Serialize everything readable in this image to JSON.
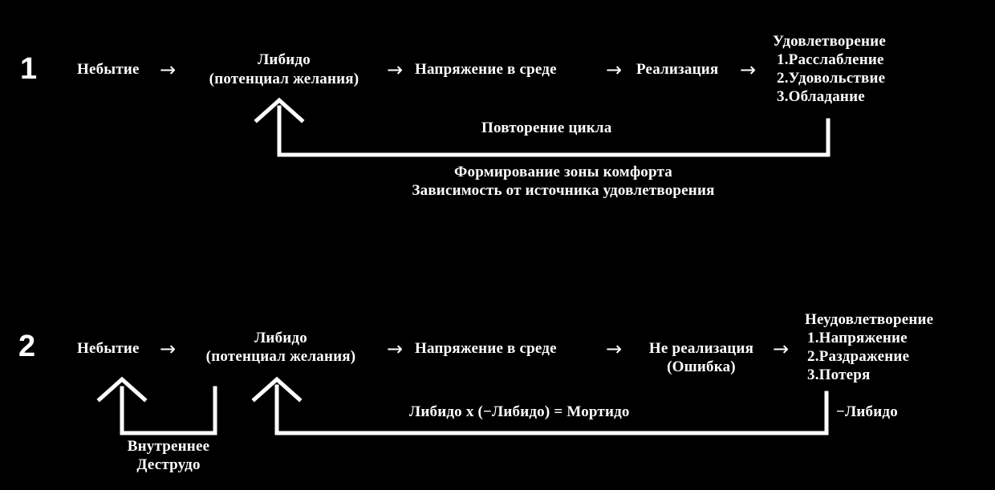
{
  "row1": {
    "number": "1",
    "nebytie": "Небытие",
    "libido_title": "Либидо",
    "libido_sub": "(потенциал желания)",
    "tension": "Напряжение в среде",
    "realization": "Реализация",
    "outcome_title": "Удовлетворение",
    "outcome_items": [
      "1.Расслабление",
      "2.Удовольствие",
      "3.Обладание"
    ],
    "loop_label": "Повторение цикла",
    "bottom_lines": [
      "Формирование зоны комфорта",
      "Зависимость от источника удовлетворения"
    ]
  },
  "row2": {
    "number": "2",
    "nebytie": "Небытие",
    "libido_title": "Либидо",
    "libido_sub": "(потенциал желания)",
    "tension": "Напряжение в среде",
    "realization": "Не реализация",
    "realization_sub": "(Ошибка)",
    "outcome_title": "Неудовлетворение",
    "outcome_items": [
      "1.Напряжение",
      "2.Раздражение",
      "3.Потеря"
    ],
    "loop_label": "Либидо x (−Либидо) = Мортидо",
    "minus_libido": "−Либидо",
    "inner_lines": [
      "Внутреннее",
      "Деструдо"
    ]
  },
  "arrow_glyph": "→"
}
